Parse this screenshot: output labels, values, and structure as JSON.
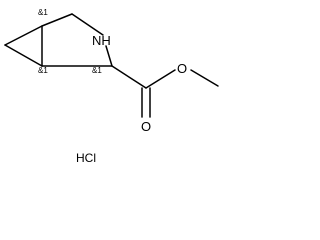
{
  "molecule": {
    "atoms": {
      "nitrogen": "NH",
      "ester_oxygen": "O",
      "carbonyl_oxygen": "O"
    },
    "stereo_labels": {
      "c1": "&1",
      "c5": "&1",
      "c3": "&1"
    },
    "salt": "HCl"
  }
}
